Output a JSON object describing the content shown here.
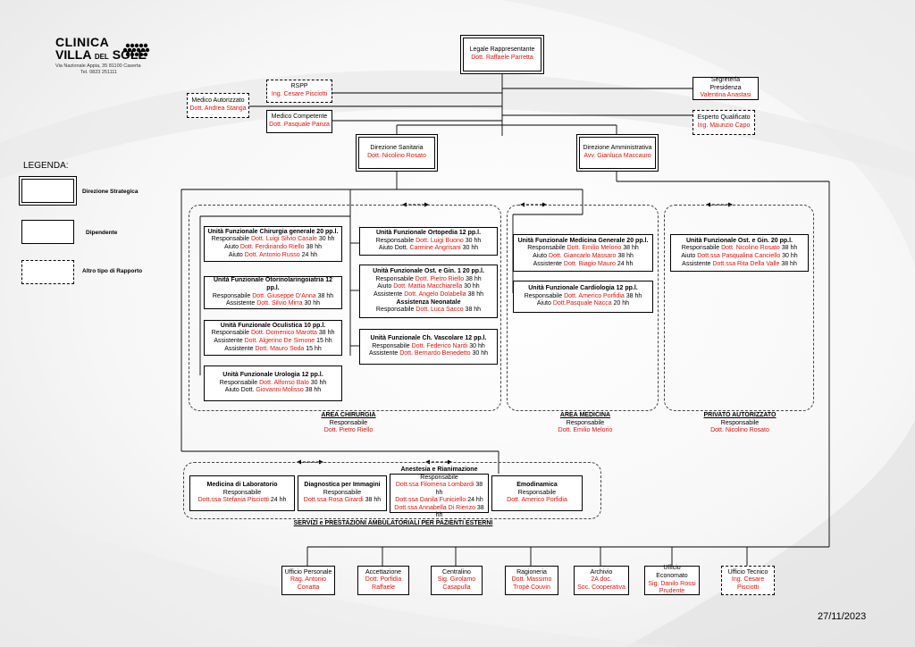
{
  "logo": {
    "name": "CLINICA VILLA DEL SOLE",
    "address": "Via Nazionale Appia, 35 81100 Caserta",
    "phone": "Tel. 0823 251111"
  },
  "legend": {
    "title": "LEGENDA:",
    "items": [
      "Direzione Strategica",
      "Dipendente",
      "Altro tipo di Rapporto"
    ]
  },
  "top": {
    "legale": {
      "role": "Legale Rappresentante",
      "name": "Dott. Raffaele Parretta"
    },
    "rspp": {
      "role": "RSPP",
      "name": "Ing. Cesare Pisciotti"
    },
    "medico_aut": {
      "role": "Medico Autorizzato",
      "name": "Dott. Andrea Stanga"
    },
    "medico_comp": {
      "role": "Medico Competente",
      "name": "Dott. Pasquale Panza"
    },
    "segreteria": {
      "role": "Segreteria Presidenza",
      "name": "Valentina Anastasi"
    },
    "esperto": {
      "role": "Esperto Qualificato",
      "name": "Ing. Maurizio Capo"
    },
    "dir_san": {
      "role": "Direzione Sanitaria",
      "name": "Dott. Nicolino Rosato"
    },
    "dir_amm": {
      "role": "Direzione Amministrativa",
      "name": "Avv. Gianluca Maccauro"
    }
  },
  "units": {
    "chirurgia": {
      "title": "Unità Funzionale Chirurgia generale 20 pp.l.",
      "l1a": "Responsabile ",
      "l1b": "Dott. Luigi Silvio Casale",
      "l1c": " 30 hh",
      "l2a": "Aiuto ",
      "l2b": "Dott. Ferdinando Riello",
      "l2c": " 38 hh",
      "l3a": "Aiuto ",
      "l3b": "Dott. Antonio Russo",
      "l3c": " 24 hh"
    },
    "otorino": {
      "title": "Unità Funzionale Otorinolaringoiatria 12 pp.l.",
      "l1a": "Responsabile ",
      "l1b": "Dott. Giuseppe D'Anna",
      "l1c": " 38 hh",
      "l2a": "Assistente ",
      "l2b": "Dott. Silvio Mirra",
      "l2c": " 30 hh"
    },
    "oculistica": {
      "title": "Unità Funzionale Oculistica 10 pp.l.",
      "l1a": "Responsabile ",
      "l1b": "Dott. Domenico Marotta",
      "l1c": " 38 hh",
      "l2a": "Assistente ",
      "l2b": "Dott. Algerino De Simone",
      "l2c": " 15 hh",
      "l3a": "Assistente ",
      "l3b": "Dott. Mauro Soda",
      "l3c": " 15 hh"
    },
    "urologia": {
      "title": "Unità Funzionale Urologia 12 pp.l.",
      "l1a": "Responsabile ",
      "l1b": "Dott. Alfonso Balo",
      "l1c": " 30 hh",
      "l2a": "Aiuto Dott. ",
      "l2b": "Giovanni Molisso",
      "l2c": " 38 hh"
    },
    "ortopedia": {
      "title": "Unità Funzionale Ortopedia 12 pp.l.",
      "l1a": "Responsabile ",
      "l1b": "Dott. Luigi Buono",
      "l1c": " 30 hh",
      "l2a": "Aiuto Dott. ",
      "l2b": "Carmine Angrisani",
      "l2c": " 30 hh"
    },
    "ostgin1": {
      "title": "Unità Funzionale Ost. e Gin. 1 20 pp.l.",
      "l1a": "Responsabile ",
      "l1b": "Dott. Pietro Riello",
      "l1c": " 38 hh",
      "l2a": "Aiuto ",
      "l2b": "Dott. Mattia Macchiarella",
      "l2c": " 30 hh",
      "l3a": "Assistente ",
      "l3b": "Dott. Angelo Dolabella",
      "l3c": " 38 hh",
      "sub": "Assistenza Neonatale",
      "l4a": "Responsabile ",
      "l4b": "Dott. Luca Sacco",
      "l4c": " 38 hh"
    },
    "vascolare": {
      "title": "Unità Funzionale Ch. Vascolare 12 pp.l.",
      "l1a": "Responsabile ",
      "l1b": "Dott. Federico Nardi",
      "l1c": " 30 hh",
      "l2a": "Assistente ",
      "l2b": "Dott. Bernardo Benedetto",
      "l2c": " 30 hh"
    },
    "medicina": {
      "title": "Unità Funzionale Medicina Generale 20 pp.l.",
      "l1a": "Responsabile ",
      "l1b": "Dott. Emilio Melorio",
      "l1c": " 38 hh",
      "l2a": "Aiuto ",
      "l2b": "Dott. Giancarlo Massaro",
      "l2c": " 38 hh",
      "l3a": "Assistente ",
      "l3b": "Dott. Biagio Mauro",
      "l3c": " 24 hh"
    },
    "cardiologia": {
      "title": "Unità Funzionale Cardiologia 12 pp.l.",
      "l1a": "Responsabile ",
      "l1b": "Dott. Americo Porfidia",
      "l1c": " 38 hh",
      "l2a": "Aiuto ",
      "l2b": "Dott.Pasquale Nacca",
      "l2c": " 20 hh"
    },
    "ostgin_priv": {
      "title": "Unità Funzionale Ost. e Gin. 20 pp.l.",
      "l1a": "Responsabile ",
      "l1b": "Dott. Nicolino Rosato",
      "l1c": " 38 hh",
      "l2a": "Aiuto ",
      "l2b": "Dott.ssa Pasqualina Canciello",
      "l2c": " 30 hh",
      "l3a": "Assistente ",
      "l3b": "Dott.ssa Rita Della Valle",
      "l3c": " 38 hh"
    }
  },
  "areas": {
    "chirurgia": {
      "title": "AREA CHIRURGIA",
      "resp": "Responsabile",
      "name": "Dott. Pietro Riello"
    },
    "medicina": {
      "title": "AREA MEDICINA",
      "resp": "Responsabile",
      "name": "Dott. Emilio Melorio"
    },
    "privato": {
      "title": "PRIVATO AUTORIZZATO",
      "resp": "Responsabile",
      "name": "Dott. Nicolino Rosato"
    },
    "servizi": {
      "title": "SERVIZI e PRESTAZIONI AMBULATORIALI PER PAZIENTI ESTERNI"
    }
  },
  "services": {
    "laboratorio": {
      "title": "Medicina di Laboratorio",
      "resp": "Responsabile",
      "name": "Dott.ssa Stefania Pisciotti",
      "hh": " 24 hh"
    },
    "diagnostica": {
      "title": "Diagnostica per Immagini",
      "resp": "Responsabile",
      "name": "Dott.ssa Rosa Girardi",
      "hh": " 38 hh"
    },
    "anestesia": {
      "title": "Anestesia e Rianimazione",
      "resp": "Responsabile",
      "n1": "Dott.ssa Filomena Lombardi",
      "h1": " 38 hh",
      "n2": "Dott.ssa Danila Funiciello",
      "h2": " 24 hh",
      "n3": "Dott.ssa Annabella Di Rienzo",
      "h3": " 38 hh"
    },
    "emodinamica": {
      "title": "Emodinamica",
      "resp": "Responsabile",
      "name": "Dott. Americo Porfidia"
    }
  },
  "offices": [
    {
      "role": "Ufficio Personale",
      "n1": "Rag. Antonio",
      "n2": "Conatta"
    },
    {
      "role": "Accettazione",
      "n1": "Dott. Porfidia",
      "n2": "Raffaele"
    },
    {
      "role": "Centralino",
      "n1": "Sig. Girolamo",
      "n2": "Casapulla"
    },
    {
      "role": "Ragioneria",
      "n1": "Dott. Massimo",
      "n2": "Tropè Couvin"
    },
    {
      "role": "Archivio",
      "n1": "2A doc.",
      "n2": "Soc. Cooperativa"
    },
    {
      "role": "Ufficio Economato",
      "n1": "Sig. Danilo Rossi",
      "n2": "Prudente"
    },
    {
      "role": "Ufficio Tecnico",
      "n1": "Ing. Cesare",
      "n2": "Pisciotti"
    }
  ],
  "date": "27/11/2023",
  "colors": {
    "name_red": "#e3120b",
    "border": "#000000"
  }
}
